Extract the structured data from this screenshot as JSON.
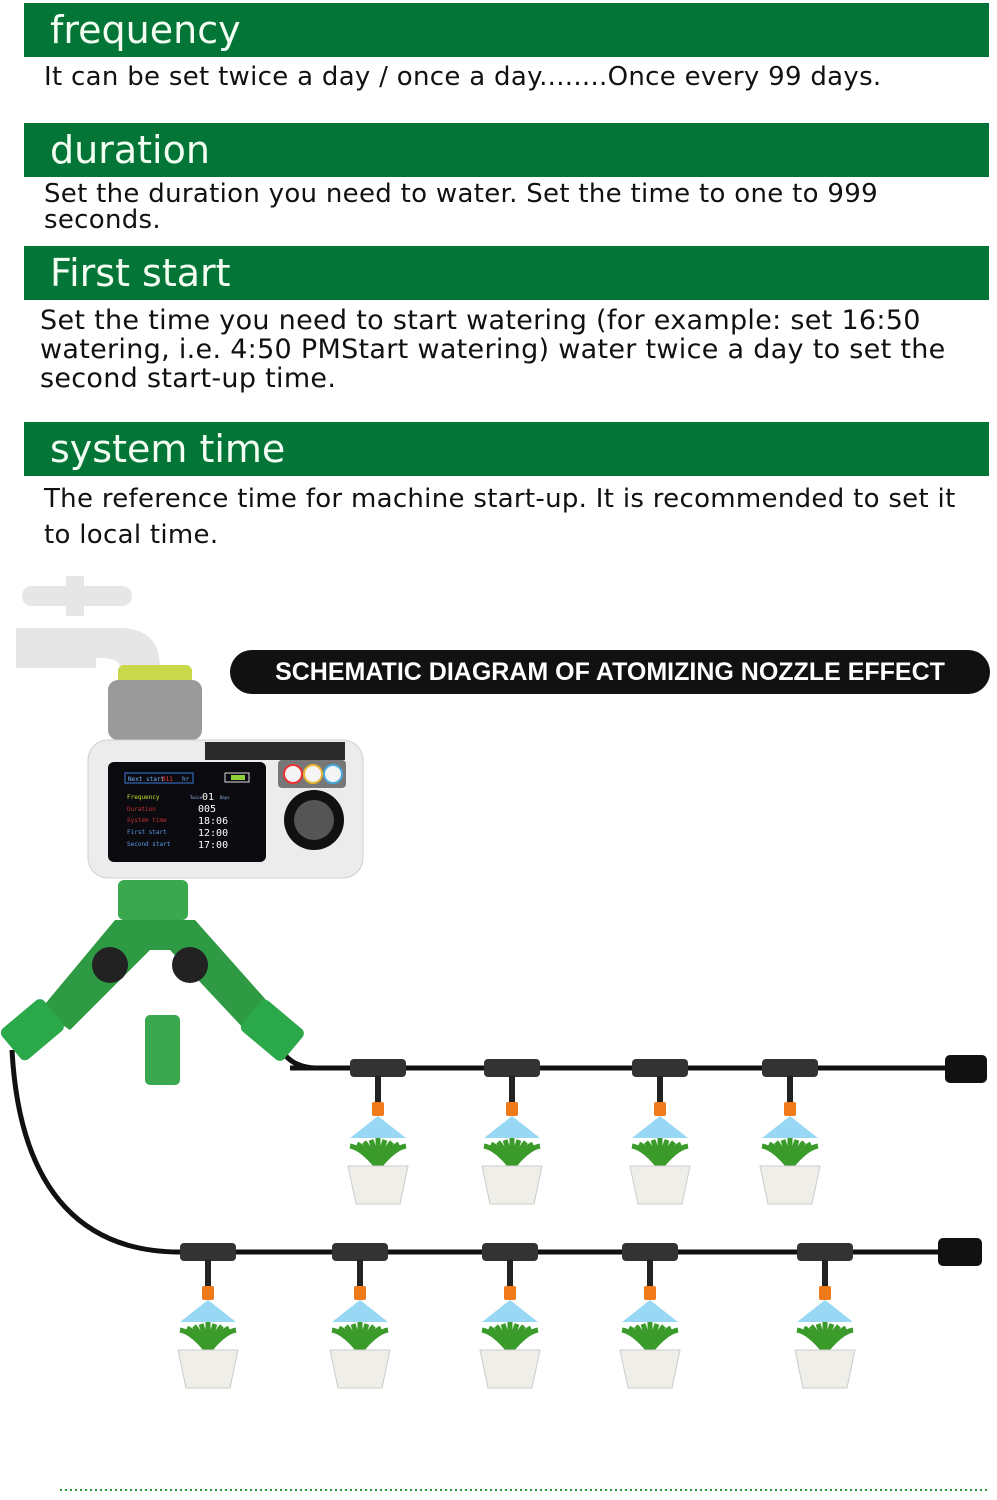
{
  "sections": [
    {
      "title": "frequency",
      "text": "It can be set twice a day / once a day........Once every 99 days."
    },
    {
      "title": "duration",
      "text": "Set the duration you need to water. Set the time to one to 999 seconds."
    },
    {
      "title": "First start",
      "text": "Set the time you need to start watering (for example: set 16:50 watering, i.e. 4:50 PMStart watering) water twice a day to set the second start-up time."
    },
    {
      "title": "system time",
      "text": "The reference time for machine start-up. It is recommended to set it to local time."
    }
  ],
  "diagram_title": "SCHEMATIC DIAGRAM OF ATOMIZING NOZZLE EFFECT",
  "device_screen": {
    "next_start_label": "Next start",
    "next_start_value": "011",
    "next_start_unit": "hr",
    "menu": [
      "Frequency",
      "Duration",
      "System time",
      "First start",
      "Second start"
    ],
    "freq_prefix": "Twice",
    "freq_value": "01",
    "freq_unit": "Days",
    "values": [
      "005",
      "18:06",
      "12:00",
      "17:00"
    ]
  },
  "colors": {
    "header_green": "#037537",
    "hose_green": "#2aa84a",
    "nozzle_orange": "#f07a1a",
    "spray_blue": "#6cc8f0"
  }
}
